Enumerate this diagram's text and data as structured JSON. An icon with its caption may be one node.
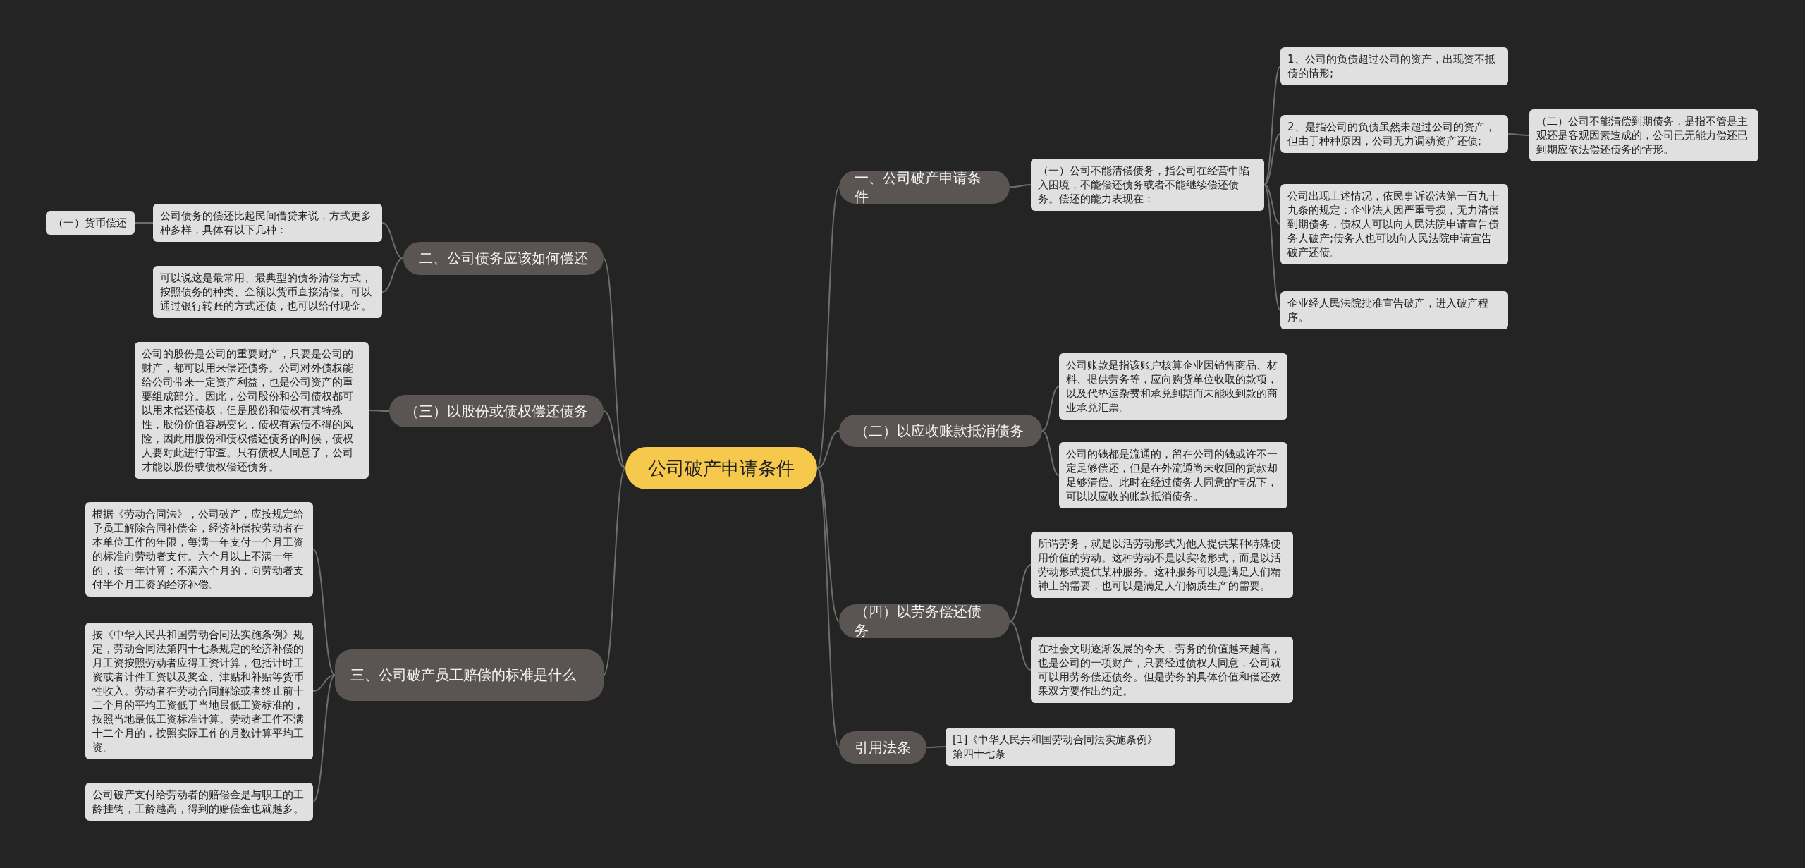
{
  "diagram": {
    "nodes": [
      {
        "text": [
          "公司破产申请条件"
        ]
      },
      {
        "text": [
          "一、公司破产申请条件"
        ]
      },
      {
        "text": [
          "（一）公司不能清偿债务，指公司在经营中陷入困境，不能偿还债务或者不能继续偿还债务。偿还的能力表现在："
        ]
      },
      {
        "text": [
          "1、公司的负债超过公司的资产，出现资不抵债的情形;"
        ]
      },
      {
        "text": [
          "2、是指公司的负债虽然未超过公司的资产，但由于种种原因，公司无力调动资产还债;"
        ]
      },
      {
        "text": [
          "（二）公司不能清偿到期债务，是指不管是主观还是客观因素造成的，公司已无能力偿还已到期应依法偿还债务的情形。"
        ]
      },
      {
        "text": [
          "公司出现上述情况，依民事诉讼法第一百九十九条的规定：企业法人因严重亏损，无力清偿到期债务，债权人可以向人民法院申请宣告债务人破产;债务人也可以向人民法院申请宣告破产还债。"
        ]
      },
      {
        "text": [
          "企业经人民法院批准宣告破产，进入破产程序。"
        ]
      },
      {
        "text": [
          "（二）以应收账款抵消债务"
        ]
      },
      {
        "text": [
          "公司账款是指该账户核算企业因销售商品、材料、提供劳务等，应向购货单位收取的款项，以及代垫运杂费和承兑到期而未能收到款的商业承兑汇票。"
        ]
      },
      {
        "text": [
          "公司的钱都是流通的，留在公司的钱或许不一定足够偿还，但是在外流通尚未收回的货款却足够清偿。此时在经过债务人同意的情况下，可以以应收的账款抵消债务。"
        ]
      },
      {
        "text": [
          "（四）以劳务偿还债务"
        ]
      },
      {
        "text": [
          "所谓劳务，就是以活劳动形式为他人提供某种特殊使用价值的劳动。这种劳动不是以实物形式，而是以活劳动形式提供某种服务。这种服务可以是满足人们精神上的需要，也可以是满足人们物质生产的需要。"
        ]
      },
      {
        "text": [
          "在社会文明逐渐发展的今天，劳务的价值越来越高，也是公司的一项财产，只要经过债权人同意，公司就可以用劳务偿还债务。但是劳务的具体价值和偿还效果双方要作出约定。"
        ]
      },
      {
        "text": [
          "引用法条"
        ]
      },
      {
        "text": [
          "[1]《中华人民共和国劳动合同法实施条例》第四十七条"
        ]
      },
      {
        "text": [
          "二、公司债务应该如何偿还"
        ]
      },
      {
        "text": [
          "公司债务的偿还比起民间借贷来说，方式更多种多样，具体有以下几种："
        ]
      },
      {
        "text": [
          "（一）货币偿还"
        ]
      },
      {
        "text": [
          "可以说这是最常用、最典型的债务清偿方式，按照债务的种类、金额以货币直接清偿。可以通过银行转账的方式还债，也可以给付现金。"
        ]
      },
      {
        "text": [
          "（三）以股份或债权偿还债务"
        ]
      },
      {
        "text": [
          "公司的股份是公司的重要财产，只要是公司的财产，都可以用来偿还债务。公司对外债权能给公司带来一定资产利益，也是公司资产的重要组成部分。因此，公司股份和公司债权都可以用来偿还债权，但是股份和债权有其特殊性，股份价值容易变化，债权有索债不得的风险，因此用股份和债权偿还债务的时候，债权人要对此进行审查。只有债权人同意了，公司才能以股份或债权偿还债务。"
        ]
      },
      {
        "text": [
          "三、公司破产员工赔偿的标准是什么"
        ]
      },
      {
        "text": [
          "根据《劳动合同法》，公司破产，应按规定给予员工解除合同补偿金，经济补偿按劳动者在本单位工作的年限，每满一年支付一个月工资的标准向劳动者支付。六个月以上不满一年的，按一年计算；不满六个月的，向劳动者支付半个月工资的经济补偿。"
        ]
      },
      {
        "text": [
          "按《中华人民共和国劳动合同法实施条例》规定，劳动合同法第四十七条规定的经济补偿的月工资按照劳动者应得工资计算，包括计时工资或者计件工资以及奖金、津贴和补贴等货币性收入。劳动者在劳动合同解除或者终止前十二个月的平均工资低于当地最低工资标准的，按照当地最低工资标准计算。劳动者工作不满十二个月的，按照实际工作的月数计算平均工资。"
        ]
      },
      {
        "text": [
          "公司破产支付给劳动者的赔偿金是与职工的工龄挂钩，工龄越高，得到的赔偿金也就越多。"
        ]
      }
    ],
    "edges": [
      {
        "from": 0,
        "to": 1,
        "arrow": "none"
      },
      {
        "from": 1,
        "to": 2,
        "arrow": "none"
      },
      {
        "from": 2,
        "to": 3,
        "arrow": "none"
      },
      {
        "from": 2,
        "to": 4,
        "arrow": "none"
      },
      {
        "from": 4,
        "to": 5,
        "arrow": "none"
      },
      {
        "from": 2,
        "to": 6,
        "arrow": "none"
      },
      {
        "from": 2,
        "to": 7,
        "arrow": "none"
      },
      {
        "from": 0,
        "to": 8,
        "arrow": "none"
      },
      {
        "from": 8,
        "to": 9,
        "arrow": "none"
      },
      {
        "from": 8,
        "to": 10,
        "arrow": "none"
      },
      {
        "from": 0,
        "to": 11,
        "arrow": "none"
      },
      {
        "from": 11,
        "to": 12,
        "arrow": "none"
      },
      {
        "from": 11,
        "to": 13,
        "arrow": "none"
      },
      {
        "from": 0,
        "to": 14,
        "arrow": "none"
      },
      {
        "from": 14,
        "to": 15,
        "arrow": "none"
      },
      {
        "from": 0,
        "to": 16,
        "arrow": "none"
      },
      {
        "from": 16,
        "to": 17,
        "arrow": "none"
      },
      {
        "from": 17,
        "to": 18,
        "arrow": "none"
      },
      {
        "from": 16,
        "to": 19,
        "arrow": "none"
      },
      {
        "from": 0,
        "to": 20,
        "arrow": "none"
      },
      {
        "from": 20,
        "to": 21,
        "arrow": "none"
      },
      {
        "from": 0,
        "to": 22,
        "arrow": "none"
      },
      {
        "from": 22,
        "to": 23,
        "arrow": "none"
      },
      {
        "from": 22,
        "to": 24,
        "arrow": "none"
      },
      {
        "from": 22,
        "to": 25,
        "arrow": "none"
      }
    ]
  }
}
